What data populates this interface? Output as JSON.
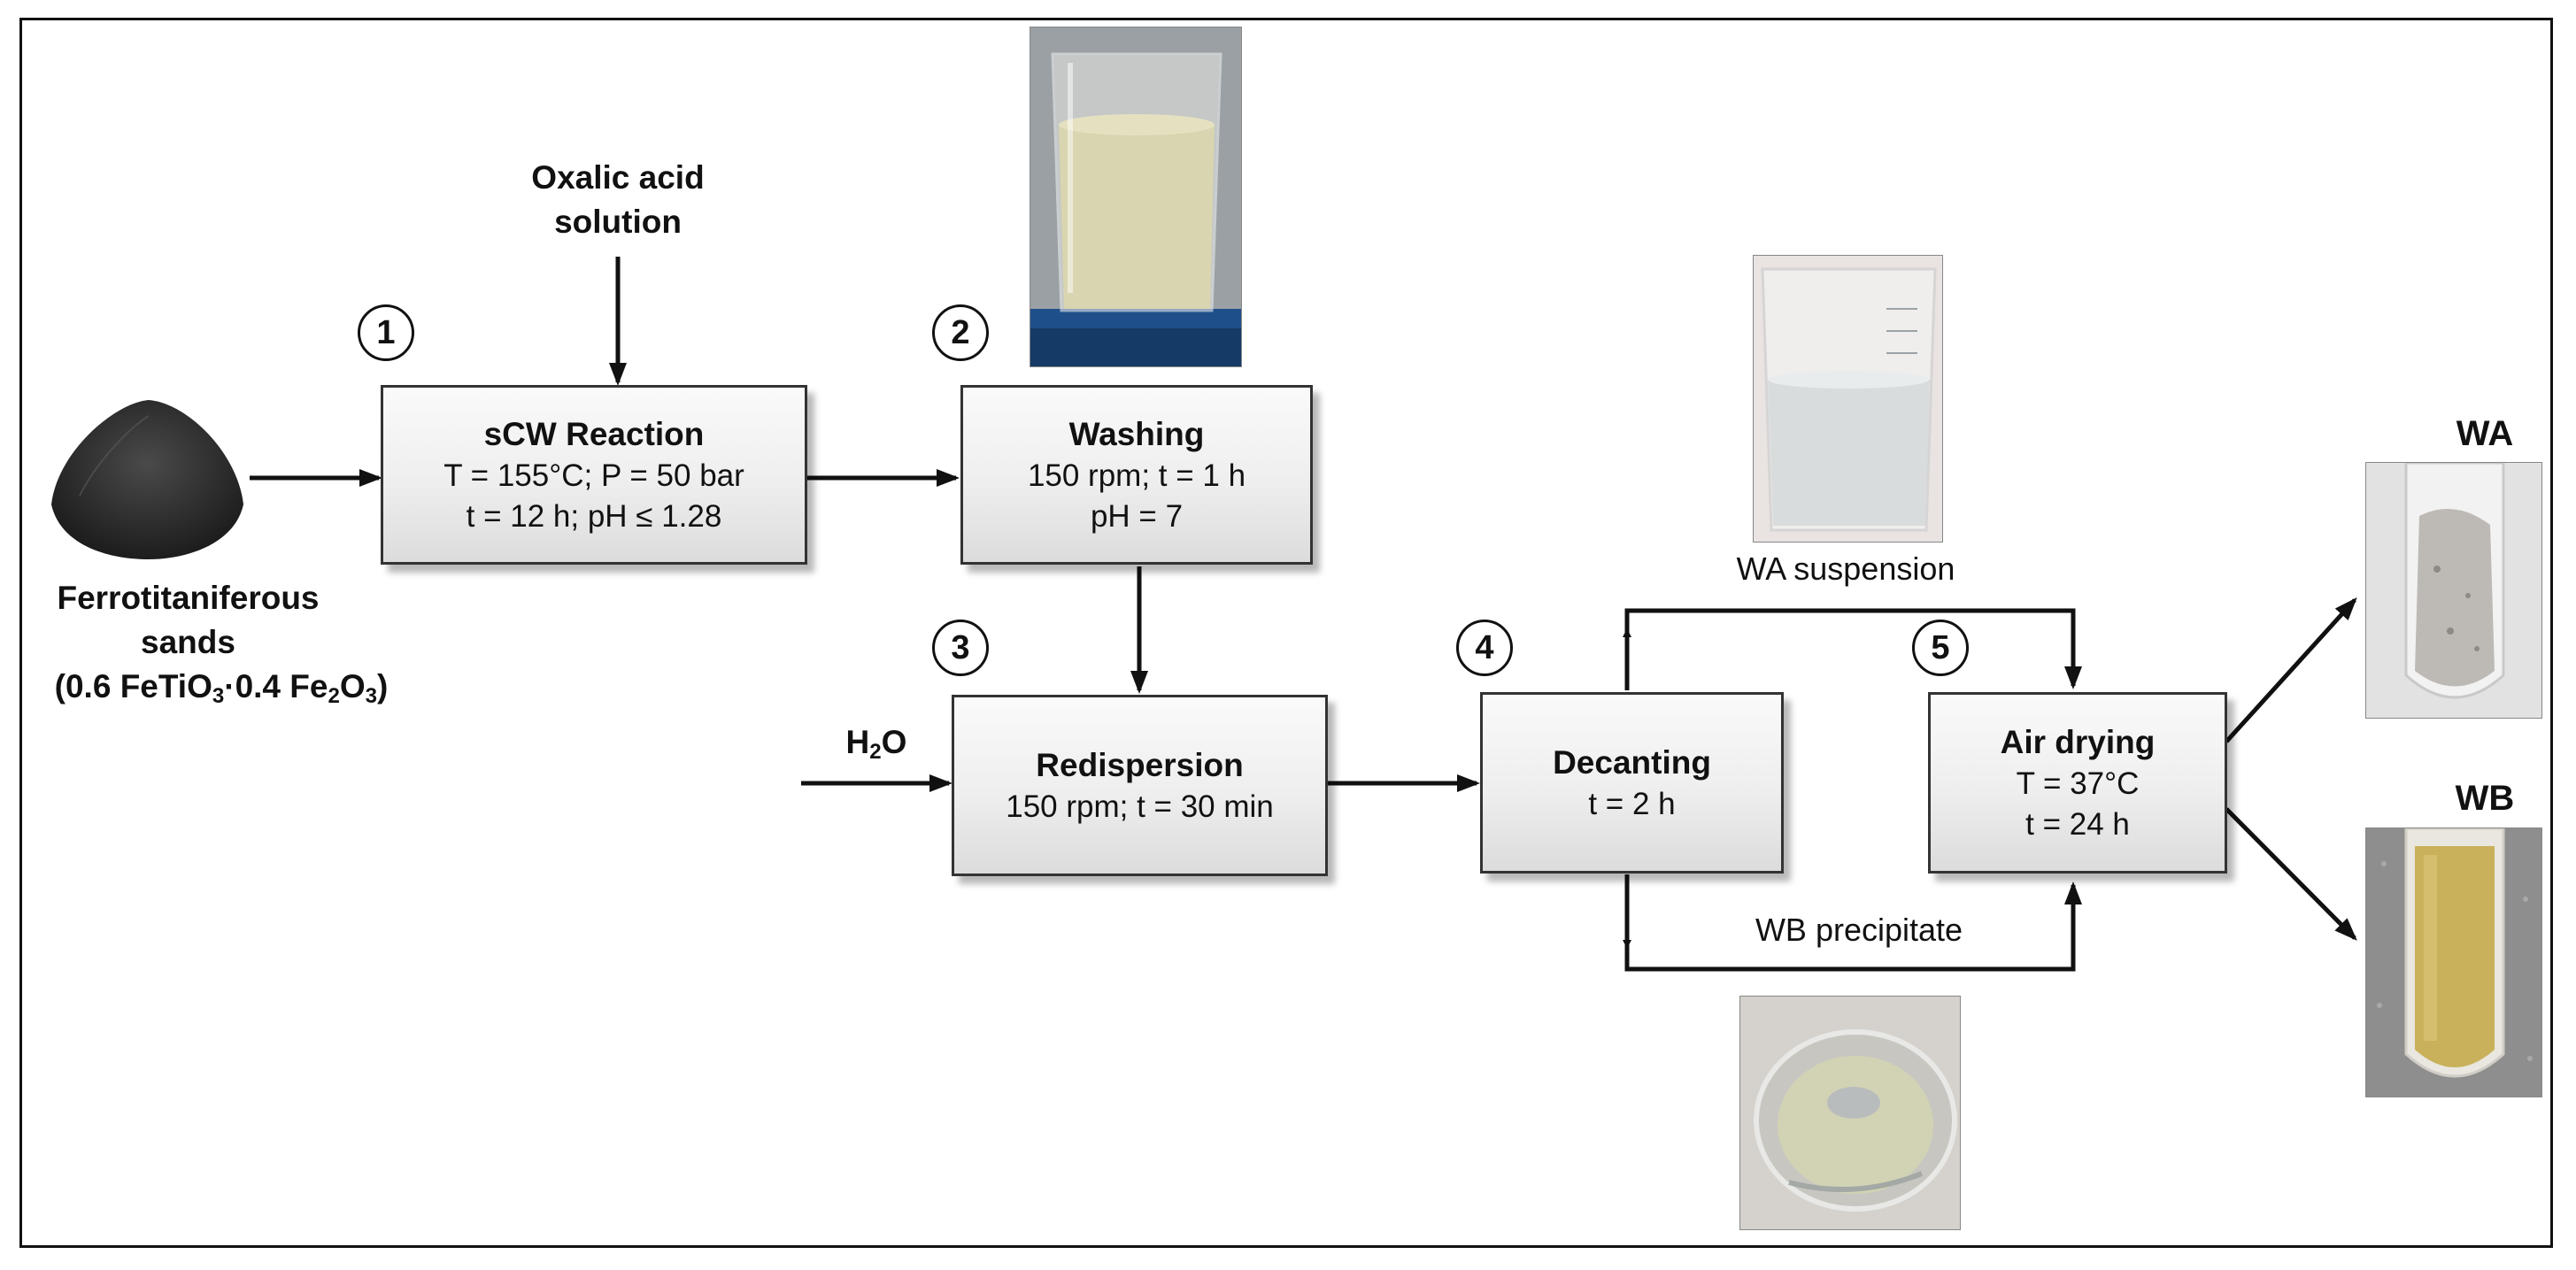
{
  "inputs": {
    "oxalic_line1": "Oxalic acid",
    "oxalic_line2": "solution",
    "water": {
      "main": "H",
      "sub": "2",
      "tail": "O"
    },
    "sands_line1": "Ferrotitaniferous",
    "sands_line2": "sands",
    "sands_formula": {
      "p1": "(0.6 FeTiO",
      "s1": "3",
      "p2": "·0.4 Fe",
      "s2": "2",
      "p3": "O",
      "s3": "3",
      "p4": ")"
    }
  },
  "steps": [
    {
      "number": "1",
      "title": "sCW Reaction",
      "lines": [
        "T = 155°C; P = 50 bar",
        "t = 12 h; pH ≤ 1.28"
      ]
    },
    {
      "number": "2",
      "title": "Washing",
      "lines": [
        "150 rpm; t = 1 h",
        "pH = 7"
      ]
    },
    {
      "number": "3",
      "title": "Redispersion",
      "lines": [
        "150 rpm; t = 30 min"
      ]
    },
    {
      "number": "4",
      "title": "Decanting",
      "lines": [
        "t = 2 h"
      ]
    },
    {
      "number": "5",
      "title": "Air drying",
      "lines": [
        "T = 37°C",
        "t = 24 h"
      ]
    }
  ],
  "streams": {
    "wa_suspension": "WA suspension",
    "wb_precipitate": "WB precipitate"
  },
  "products": {
    "wa": "WA",
    "wb": "WB"
  },
  "colors": {
    "box_border": "#333333",
    "arrow": "#111111",
    "sand_dark": "#2a2a2a",
    "wb_powder": "#c9b15c"
  }
}
